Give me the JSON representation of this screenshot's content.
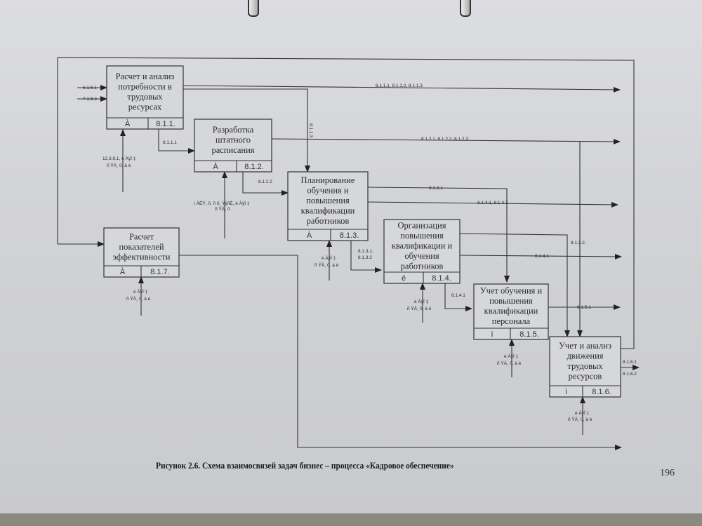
{
  "figure": {
    "caption": "Рисунок 2.6. Схема взаимосвязей задач бизнес – процесса «Кадровое обеспечение»",
    "page_number": "196"
  },
  "boxes": [
    {
      "id": "b811",
      "title_lines": [
        "Расчет и анализ",
        "потребности в",
        "трудовых",
        "ресурсах"
      ],
      "cell_left": "À",
      "cell_right": "8.1.1."
    },
    {
      "id": "b812",
      "title_lines": [
        "Разработка",
        "штатного",
        "расписания"
      ],
      "cell_left": "À",
      "cell_right": "8.1.2."
    },
    {
      "id": "b813",
      "title_lines": [
        "Планирование",
        "обучения и",
        "повышения",
        "квалификации",
        "работников"
      ],
      "cell_left": "À",
      "cell_right": "8.1.3."
    },
    {
      "id": "b814",
      "title_lines": [
        "Организация",
        "повышения",
        "квалификации и",
        "обучения",
        "работников"
      ],
      "cell_left": "é",
      "cell_right": "8.1.4."
    },
    {
      "id": "b815",
      "title_lines": [
        "Учет обучения и",
        "повышения",
        "квалификации",
        "персонала"
      ],
      "cell_left": "ì",
      "cell_right": "8.1.5."
    },
    {
      "id": "b816",
      "title_lines": [
        "Учет и анализ",
        "движения",
        "трудовых",
        "ресурсов"
      ],
      "cell_left": "ì",
      "cell_right": "8.1.6."
    },
    {
      "id": "b817",
      "title_lines": [
        "Расчет",
        "показателей",
        "эффективности"
      ],
      "cell_left": "À",
      "cell_right": "8.1.7."
    }
  ],
  "arrow_labels": {
    "in_6161": "6.1.6.1",
    "in_7153": "7.1.5.3",
    "out_811": "8.1.1.1, 8.1.1.2, 8.1.1.3",
    "a8111": "8.1.1.1",
    "a8113": "8.1.1.3",
    "out_812": "8.1.2.1, 8.1.2.2, 8.1.2.3",
    "a8122": "8.1.2.2",
    "a8131": "8.1.3.1",
    "out_813": "8.1.3.1, 8.1.3.2",
    "a813_to_814_1": "8.1.3.1,",
    "a813_to_814_2": "8.1.3.2",
    "a8122b": "8.1.2.2.",
    "out_814": "8.1.4.1",
    "a8141": "8.1.4.1",
    "out_815": "8.1.5.1",
    "out_816_1": "8.1.6.1",
    "out_816_2": "8.1.6.2",
    "mech_811_1": "12.3.9.1, è ÀÿÏ ‡",
    "mech_811_2": "ñ ŸÀ¸ 0, à è",
    "mech_812_1": "ì ÀÈŸ, 0, ñ ñ, ŸÿñÈ, è ÀÿÏ ‡",
    "mech_812_2": "ñ ŸÀ¸ 0",
    "mech_std_1": "è ÀÿÏ ‡",
    "mech_std_2": "ñ ŸÀ¸ 0, à è"
  }
}
